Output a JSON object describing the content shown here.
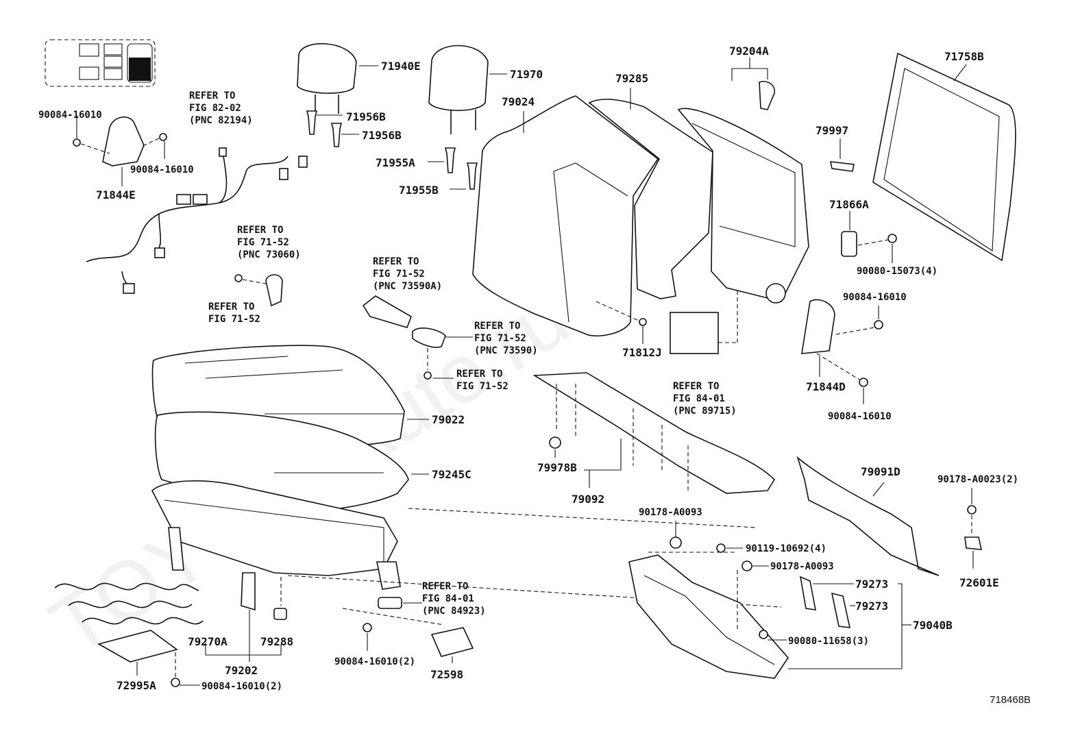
{
  "watermark": "TOYOTAAuto.ru",
  "figure_id": "718468B",
  "labels": {
    "p71940E": "71940E",
    "p71970": "71970",
    "p71956B_1": "71956B",
    "p71956B_2": "71956B",
    "p71955A": "71955A",
    "p71955B": "71955B",
    "p79024": "79024",
    "p79285": "79285",
    "p79204A": "79204A",
    "p71758B": "71758B",
    "p79997": "79997",
    "p71866A": "71866A",
    "p90080_15073": "90080-15073(4)",
    "p90084_16010_tl1": "90084-16010",
    "p90084_16010_tl2": "90084-16010",
    "p71844E": "71844E",
    "p90084_16010_r1": "90084-16010",
    "p71844D": "71844D",
    "p90084_16010_r2": "90084-16010",
    "p71812J": "71812J",
    "p79022": "79022",
    "p79245C": "79245C",
    "p79978B": "79978B",
    "p79092": "79092",
    "p79091D": "79091D",
    "p90178_A0023": "90178-A0023(2)",
    "p72601E": "72601E",
    "p90178_A0093_1": "90178-A0093",
    "p90119_10692": "90119-10692(4)",
    "p90178_A0093_2": "90178-A0093",
    "p79273_1": "79273",
    "p79273_2": "79273",
    "p79040B": "79040B",
    "p90080_11658": "90080-11658(3)",
    "p79270A": "79270A",
    "p79288": "79288",
    "p79202": "79202",
    "p72995A": "72995A",
    "p90084_16010_2a": "90084-16010(2)",
    "p90084_16010_2b": "90084-16010(2)",
    "p72598": "72598"
  },
  "refs": {
    "r82_02": [
      "REFER TO",
      "FIG 82-02",
      "(PNC 82194)"
    ],
    "r71_52_73060": [
      "REFER TO",
      "FIG 71-52",
      "(PNC 73060)"
    ],
    "r71_52_a": [
      "REFER TO",
      "FIG 71-52"
    ],
    "r71_52_73590A": [
      "REFER TO",
      "FIG 71-52",
      "(PNC 73590A)"
    ],
    "r71_52_73590": [
      "REFER TO",
      "FIG 71-52",
      "(PNC 73590)"
    ],
    "r71_52_b": [
      "REFER TO",
      "FIG 71-52"
    ],
    "r84_01_89715": [
      "REFER TO",
      "FIG 84-01",
      "(PNC 89715)"
    ],
    "r84_01_84923": [
      "REFER TO",
      "FIG 84-01",
      "(PNC 84923)"
    ]
  }
}
